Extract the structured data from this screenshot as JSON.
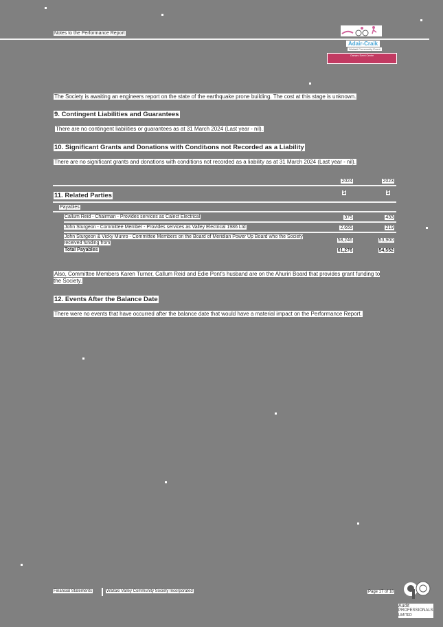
{
  "header": {
    "title": "Notes to the Performance Report",
    "sponsor_logo": {
      "name": "Adair-Craik",
      "tagline": "Waitaki Community Event",
      "banner_text": "Oamaru Event Centre"
    }
  },
  "intro_text": "The Society is awaiting an engineers report on the state of the earthquake prone building. The cost at this stage is unknown.",
  "sections": {
    "s9": {
      "heading": "9. Contingent Liabilities and Guarantees",
      "body": "There are no contingent liabilities or guarantees as at 31 March 2024 (Last year - nil)."
    },
    "s10": {
      "heading": "10. Significant Grants and Donations with Conditions not Recorded as a Liability",
      "body": "There are no significant grants and donations with conditions not recorded as a liability as at 31 March 2024 (Last year - nil)."
    },
    "s11": {
      "heading": "11. Related Parties",
      "columns": {
        "y2024": "2024",
        "y2023": "2023",
        "cur2024": "$",
        "cur2023": "$"
      },
      "group_label": "Payables",
      "rows": [
        {
          "label": "Callum Reid - Chairman - Provides services as Calect Electrical",
          "v2024": "375",
          "v2023": "433"
        },
        {
          "label": "John Sturgeon - Committee Member - Provides services as Valley Electrical 1986 Ltd",
          "v2024": "2,655",
          "v2023": "219"
        },
        {
          "label": "John Sturgeon & Vicky Munro - Committee Members on the Board of Meridian Power Up Board who the Society received funding from",
          "v2024": "58,246",
          "v2023": "53,900"
        }
      ],
      "total": {
        "label": "Total Payables",
        "v2024": "61,276",
        "v2023": "54,552"
      },
      "note": "Also, Committee Members Karen Turner, Callum Reid and Edie Pont's husband are on the Ahuriri Board that provides grant funding to the Society."
    },
    "s12": {
      "heading": "12. Events After the Balance Date",
      "body": "There were no events that have occurred after the balance date that would have a material impact on the Performance Report."
    }
  },
  "footer": {
    "left": "Financial Statements",
    "org": "Waitaki Valley Community Society Incorporated",
    "page": "Page 17 of 18",
    "auditor_logo": {
      "line1": "Audit",
      "line2": "PROFESSIONALS",
      "line3": "LIMITED"
    }
  }
}
